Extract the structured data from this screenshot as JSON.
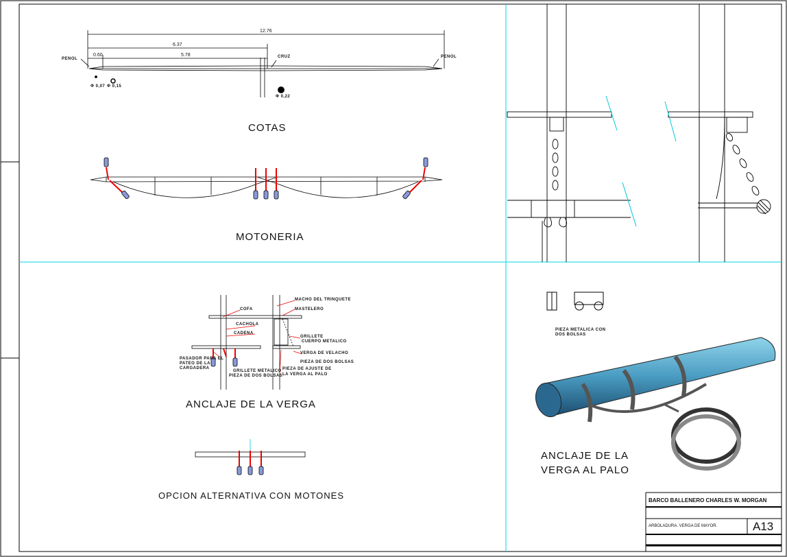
{
  "sheet": {
    "titles": {
      "cotas": "COTAS",
      "motoneria": "MOTONERIA",
      "anclaje": "ANCLAJE DE LA VERGA",
      "opcion": "OPCION ALTERNATIVA CON MOTONES",
      "anclaje_palo_1": "ANCLAJE DE LA",
      "anclaje_palo_2": "VERGA AL PALO"
    },
    "cotas": {
      "overall": "12.76",
      "half": "6.37",
      "inner": "5.78",
      "end": "0.60",
      "penol_left": "PENOL",
      "penol_right": "PENOL",
      "cruz": "CRUZ",
      "dia_a": "Φ 0,07",
      "dia_b": "Φ 0,15",
      "dia_c": "Φ 0,22"
    },
    "anclaje_labels": {
      "cofa": "COFA",
      "cacholas": "CACHOLA",
      "cadena": "CADENA",
      "pasador": "PASADOR PARA EL",
      "pasador2": "PATEO DE LA",
      "pasador3": "CARGADERA",
      "grillete_small": "GRILLETE METALICO",
      "pieza_bolsa": "PIEZA DE DOS BOLSAS",
      "macho_trinquete": "MACHO DEL TRINQUETE",
      "mastelero": "MASTELERO",
      "grillete": "GRILLETE",
      "cuerpo_metalico": "CUERPO METALICO",
      "verga_velacho": "VERGA DE VELACHO",
      "pieza_bolsas2": "PIEZA DE DOS BOLSAS",
      "pieza_ajuste": "PIEZA DE AJUSTE DE",
      "pieza_ajuste2": "LA VERGA AL PALO"
    },
    "pieza_note": [
      "PIEZA METALICA CON",
      "DOS BOLSAS"
    ],
    "title_block": {
      "project": "BARCO BALLENERO CHARLES W. MORGAN",
      "drawing": "ARBOLADURA. VERGA DE MAYOR.",
      "code": "A13"
    }
  }
}
